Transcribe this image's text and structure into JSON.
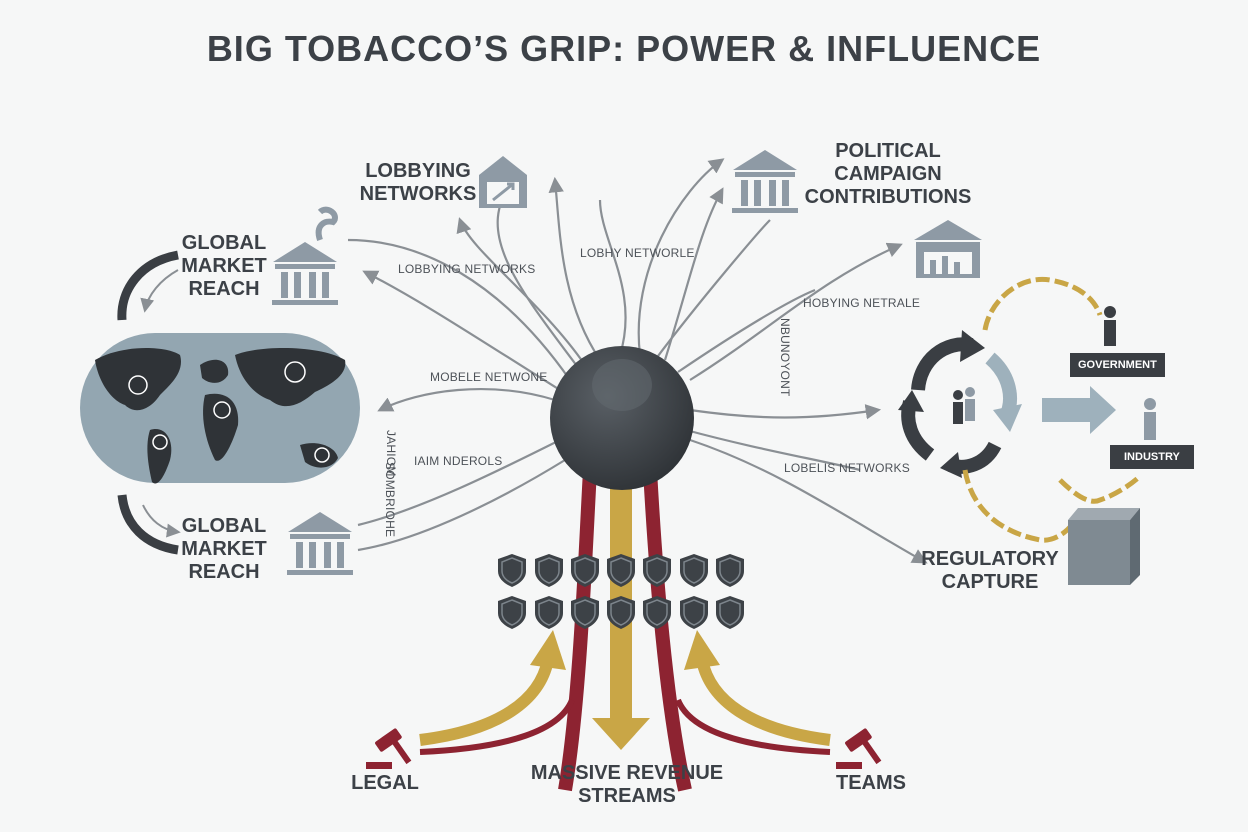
{
  "title": "BIG TOBACCO’S GRIP: POWER & INFLUENCE",
  "labels": {
    "lobbying_networks": "LOBBYING\nNETWORKS",
    "political_contributions": "POLITICAL\nCAMPAIGN\nCONTRIBUTIONS",
    "global_market_reach_top": "GLOBAL\nMARKET\nREACH",
    "global_market_reach_bottom": "GLOBAL\nMARKET\nREACH",
    "regulatory_capture": "REGULATORY\nCAPTURE",
    "legal": "LEGAL",
    "massive_revenue": "MASSIVE REVENUE\nSTREAMS",
    "teams": "TEAMS",
    "government": "GOVERNMENT",
    "industry": "INDUSTRY"
  },
  "small_labels": {
    "lobbying_networks": "LOBBYING NETWORKS",
    "lobhy_networle": "LOBHY NETWORLE",
    "hobying_netrale": "HOBYING NETRALE",
    "mobele_netwone": "MOBELE NETWONE",
    "iaim_nderols": "IAIM NDEROLS",
    "lobelis_networks": "LOBELIS NETWORKS",
    "vertical_left": "JAHIOM",
    "vertical_left2": "SOMBRIOHE",
    "vertical_right": "NBUNOYONT"
  },
  "colors": {
    "hub": "#3d4247",
    "arrows": "#8a8f94",
    "icons": "#8e9aa5",
    "map_bg": "#93a6b1",
    "land": "#2f3337",
    "crimson": "#8d2331",
    "gold": "#c9a646",
    "chain": "#c9a646",
    "box": "#3a3e43"
  },
  "icons": [
    "building-arrow-icon",
    "government-building-icon",
    "factory-building-icon",
    "bank-chart-icon",
    "shield-icon",
    "gavel-icon",
    "person-icon",
    "ballot-box-icon",
    "chain-icon"
  ]
}
